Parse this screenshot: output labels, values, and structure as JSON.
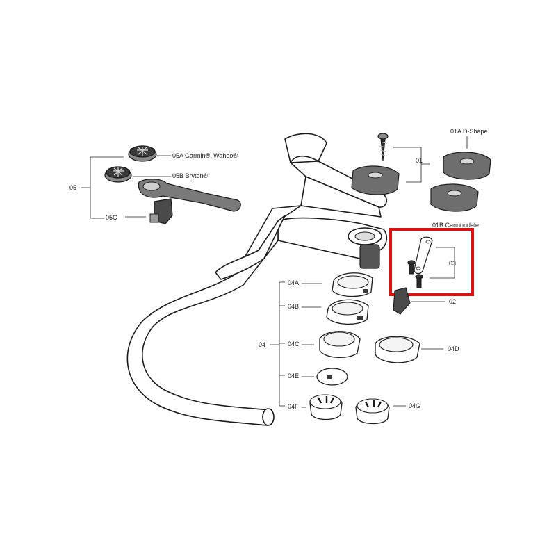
{
  "labels": {
    "l01": "01",
    "l01a": "01A D-Shape",
    "l01b": "01B Cannondale",
    "l02": "02",
    "l03": "03",
    "l04": "04",
    "l04a": "04A",
    "l04b": "04B",
    "l04c": "04C",
    "l04d": "04D",
    "l04e": "04E",
    "l04f": "04F",
    "l04g": "04G",
    "l05": "05",
    "l05a": "05A Garmin®, Wahoo®",
    "l05b": "05B Bryton®",
    "l05c": "05C"
  },
  "highlight": {
    "color": "#e01010",
    "target": "03"
  }
}
